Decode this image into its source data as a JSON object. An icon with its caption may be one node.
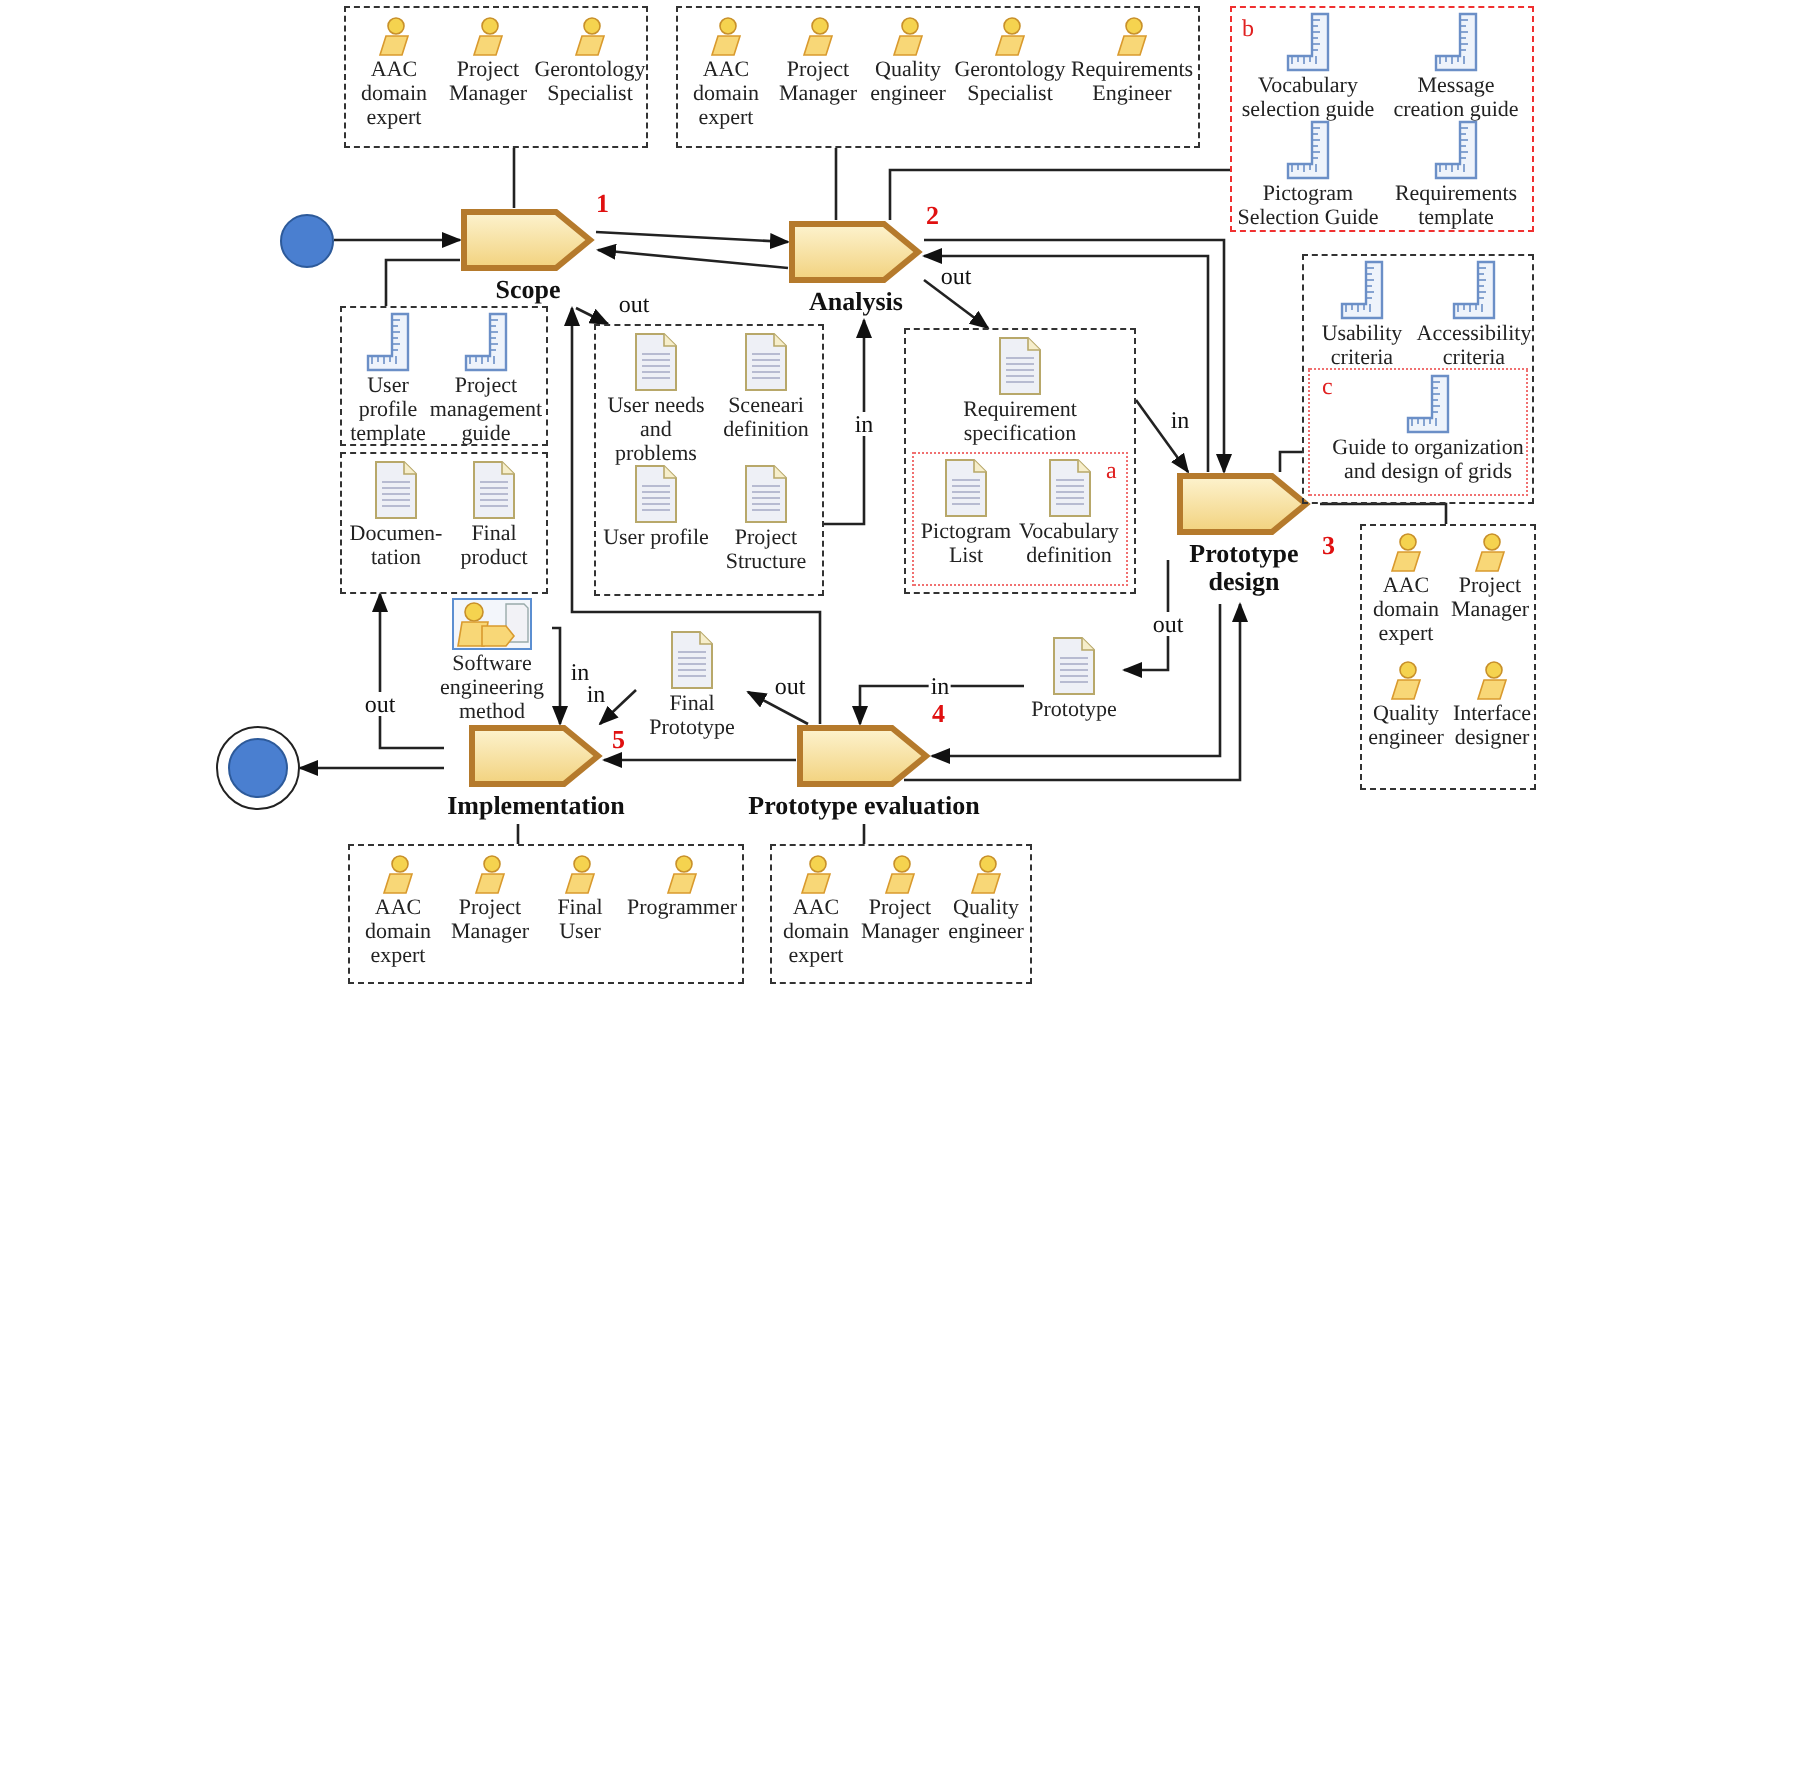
{
  "diagram": {
    "nodes": [
      {
        "text": [],
        "shape": "circle"
      },
      {
        "text": [
          "Scope"
        ],
        "beside": [
          "1"
        ]
      },
      {
        "text": [
          "Analysis"
        ],
        "beside": [
          "2"
        ]
      },
      {
        "text": [
          "Prototype design"
        ],
        "beside": [
          "3"
        ]
      },
      {
        "text": [
          "Prototype evaluation"
        ],
        "beside": [
          "4"
        ]
      },
      {
        "text": [
          "Implementation"
        ],
        "beside": [
          "5"
        ]
      },
      {
        "text": [],
        "shape": "circle"
      },
      {
        "text": [],
        "shape": "box"
      },
      {
        "text": [
          "AAC domain expert"
        ],
        "in": 7
      },
      {
        "text": [
          "Project Manager"
        ],
        "in": 7
      },
      {
        "text": [
          "Gerontology Specialist"
        ],
        "in": 7
      },
      {
        "text": [],
        "shape": "box"
      },
      {
        "text": [
          "AAC domain expert"
        ],
        "in": 11
      },
      {
        "text": [
          "Project Manager"
        ],
        "in": 11
      },
      {
        "text": [
          "Quality engineer"
        ],
        "in": 11
      },
      {
        "text": [
          "Gerontology Specialist"
        ],
        "in": 11
      },
      {
        "text": [
          "Requirements Engineer"
        ],
        "in": 11
      },
      {
        "text": [
          "b"
        ]
      },
      {
        "text": [
          "Vocabulary selection guide"
        ],
        "in": 17
      },
      {
        "text": [
          "Message creation guide"
        ],
        "in": 17
      },
      {
        "text": [
          "Pictogram Selection Guide"
        ],
        "in": 17
      },
      {
        "text": [
          "Requirements template"
        ],
        "in": 17
      },
      {
        "text": [],
        "shape": "box"
      },
      {
        "text": [
          "User profile template"
        ],
        "in": 22
      },
      {
        "text": [
          "Project management guide"
        ],
        "in": 22
      },
      {
        "text": [],
        "shape": "box"
      },
      {
        "text": [
          "User needs and problems"
        ],
        "in": 25
      },
      {
        "text": [
          "Sceneari definition"
        ],
        "in": 25
      },
      {
        "text": [
          "User profile"
        ],
        "in": 25
      },
      {
        "text": [
          "Project Structure"
        ],
        "in": 25
      },
      {
        "text": [],
        "shape": "box"
      },
      {
        "text": [
          "Requirement specification"
        ],
        "in": 30
      },
      {
        "text": [
          "a"
        ],
        "in": 30
      },
      {
        "text": [
          "Pictogram List"
        ],
        "in": 32
      },
      {
        "text": [
          "Vocabulary definition"
        ],
        "in": 32
      },
      {
        "text": [],
        "shape": "box"
      },
      {
        "text": [
          "Usability criteria"
        ],
        "in": 35
      },
      {
        "text": [
          "Accessibility criteria"
        ],
        "in": 35
      },
      {
        "text": [
          "c"
        ],
        "in": 35
      },
      {
        "text": [
          "Guide to organization and design of grids"
        ],
        "in": 38
      },
      {
        "text": [],
        "shape": "box"
      },
      {
        "text": [
          "AAC domain expert"
        ],
        "in": 40
      },
      {
        "text": [
          "Project Manager"
        ],
        "in": 40
      },
      {
        "text": [
          "Quality engineer"
        ],
        "in": 40
      },
      {
        "text": [
          "Interface designer"
        ],
        "in": 40
      },
      {
        "text": [],
        "shape": "box"
      },
      {
        "text": [
          "Documen-tation"
        ],
        "in": 45
      },
      {
        "text": [
          "Final product"
        ],
        "in": 45
      },
      {
        "text": [
          "Software engineering method"
        ]
      },
      {
        "text": [
          "Final Prototype"
        ]
      },
      {
        "text": [
          "Prototype"
        ]
      },
      {
        "text": [],
        "shape": "box"
      },
      {
        "text": [
          "AAC domain expert"
        ],
        "in": 51
      },
      {
        "text": [
          "Project Manager"
        ],
        "in": 51
      },
      {
        "text": [
          "Final User"
        ],
        "in": 51
      },
      {
        "text": [
          "Programmer"
        ],
        "in": 51
      },
      {
        "text": [],
        "shape": "box"
      },
      {
        "text": [
          "AAC domain expert"
        ],
        "in": 56
      },
      {
        "text": [
          "Project Manager"
        ],
        "in": 56
      },
      {
        "text": [
          "Quality engineer"
        ],
        "in": 56
      }
    ],
    "edges": [
      {
        "from": 0,
        "to": 1,
        "arrow": "to"
      },
      {
        "from": 1,
        "to": 2,
        "arrow": "to"
      },
      {
        "from": 2,
        "to": 1,
        "arrow": "to"
      },
      {
        "from": 7,
        "to": 1,
        "arrow": "none"
      },
      {
        "from": 11,
        "to": 2,
        "arrow": "none"
      },
      {
        "from": 17,
        "to": 2,
        "arrow": "none"
      },
      {
        "from": 22,
        "to": 1,
        "arrow": "none"
      },
      {
        "from": 1,
        "to": 25,
        "arrow": "to",
        "label": "out"
      },
      {
        "from": 25,
        "to": 2,
        "arrow": "to",
        "label": "in"
      },
      {
        "from": 4,
        "to": 1,
        "arrow": "to"
      },
      {
        "from": 2,
        "to": 30,
        "arrow": "to",
        "label": "out"
      },
      {
        "from": 30,
        "to": 3,
        "arrow": "to",
        "label": "in"
      },
      {
        "from": 2,
        "to": 3,
        "arrow": "to"
      },
      {
        "from": 3,
        "to": 2,
        "arrow": "to"
      },
      {
        "from": 35,
        "to": 3,
        "arrow": "none"
      },
      {
        "from": 40,
        "to": 3,
        "arrow": "none"
      },
      {
        "from": 3,
        "to": 50,
        "arrow": "to",
        "label": "out"
      },
      {
        "from": 50,
        "to": 4,
        "arrow": "to",
        "label": "in"
      },
      {
        "from": 3,
        "to": 4,
        "arrow": "to"
      },
      {
        "from": 4,
        "to": 3,
        "arrow": "to"
      },
      {
        "from": 4,
        "to": 49,
        "arrow": "to",
        "label": "out"
      },
      {
        "from": 49,
        "to": 5,
        "arrow": "to",
        "label": "in"
      },
      {
        "from": 4,
        "to": 5,
        "arrow": "to"
      },
      {
        "from": 48,
        "to": 5,
        "arrow": "to",
        "label": "in"
      },
      {
        "from": 5,
        "to": 45,
        "arrow": "to",
        "label": "out"
      },
      {
        "from": 5,
        "to": 6,
        "arrow": "to"
      },
      {
        "from": 51,
        "to": 5,
        "arrow": "none"
      },
      {
        "from": 56,
        "to": 4,
        "arrow": "none"
      }
    ]
  }
}
